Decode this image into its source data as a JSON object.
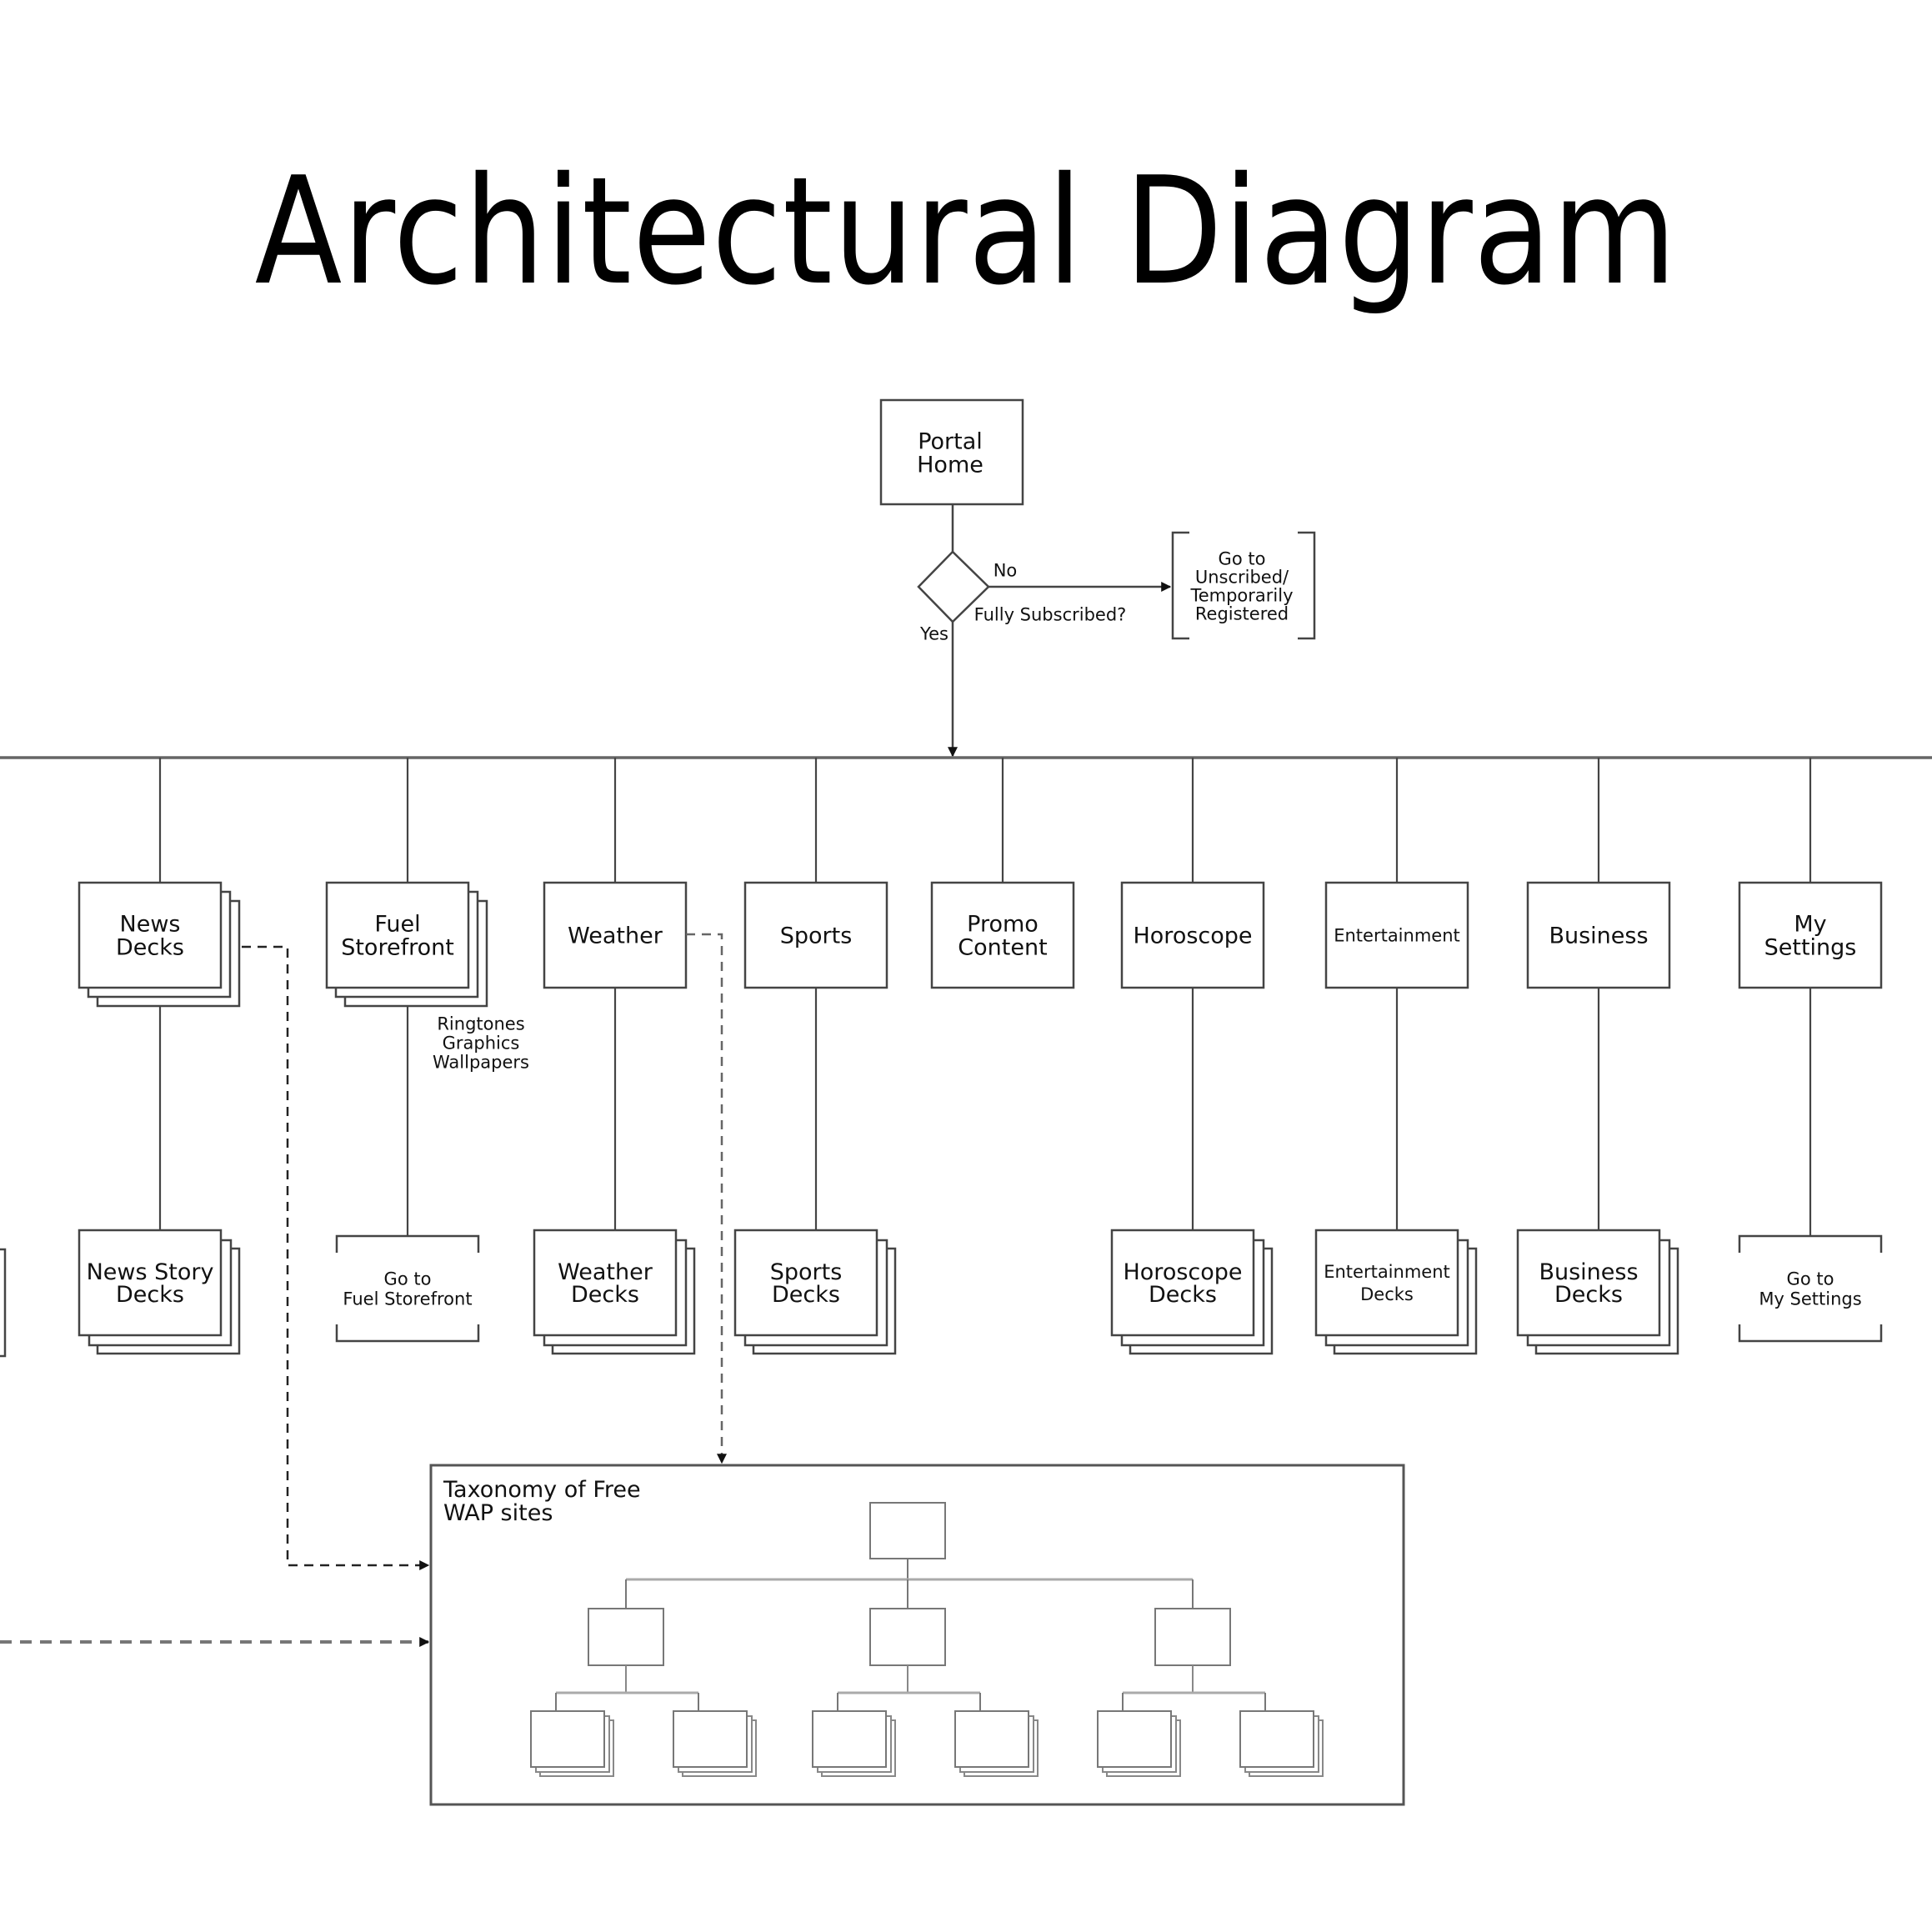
{
  "title": "Architectural Diagram",
  "root": {
    "label": [
      "Portal",
      "Home"
    ]
  },
  "decision": {
    "question": "Fully Subscribed?",
    "yes_label": "Yes",
    "no_label": "No",
    "no_target": [
      "Go to",
      "Unscribed/",
      "Temporarily",
      "Registered"
    ]
  },
  "sections": [
    {
      "id": "news",
      "label": [
        "News",
        "Decks"
      ],
      "stacked": true,
      "child": {
        "label": [
          "News Story",
          "Decks"
        ],
        "type": "stack"
      }
    },
    {
      "id": "fuel",
      "label": [
        "Fuel",
        "Storefront"
      ],
      "stacked": true,
      "note": [
        "Ringtones",
        "Graphics",
        "Wallpapers"
      ],
      "child": {
        "label": [
          "Go to",
          "Fuel Storefront"
        ],
        "type": "bracket"
      }
    },
    {
      "id": "weather",
      "label": [
        "Weather"
      ],
      "stacked": false,
      "child": {
        "label": [
          "Weather",
          "Decks"
        ],
        "type": "stack"
      }
    },
    {
      "id": "sports",
      "label": [
        "Sports"
      ],
      "stacked": false,
      "child": {
        "label": [
          "Sports",
          "Decks"
        ],
        "type": "stack"
      }
    },
    {
      "id": "promo",
      "label": [
        "Promo",
        "Content"
      ],
      "stacked": false,
      "child": null
    },
    {
      "id": "horoscope",
      "label": [
        "Horoscope"
      ],
      "stacked": false,
      "child": {
        "label": [
          "Horoscope",
          "Decks"
        ],
        "type": "stack"
      }
    },
    {
      "id": "entertainment",
      "label": [
        "Entertainment"
      ],
      "stacked": false,
      "child": {
        "label": [
          "Entertainment",
          "Decks"
        ],
        "type": "stack"
      }
    },
    {
      "id": "business",
      "label": [
        "Business"
      ],
      "stacked": false,
      "child": {
        "label": [
          "Business",
          "Decks"
        ],
        "type": "stack"
      }
    },
    {
      "id": "settings",
      "label": [
        "My",
        "Settings"
      ],
      "stacked": false,
      "child": {
        "label": [
          "Go to",
          "My Settings"
        ],
        "type": "bracket"
      }
    }
  ],
  "taxonomy": {
    "label": [
      "Taxonomy of Free",
      "WAP sites"
    ],
    "linked_from": [
      "news",
      "weather",
      "offscreen-left"
    ]
  },
  "colors": {
    "line": "#444444",
    "line_light": "#888888",
    "text": "#111111",
    "background": "#ffffff"
  }
}
